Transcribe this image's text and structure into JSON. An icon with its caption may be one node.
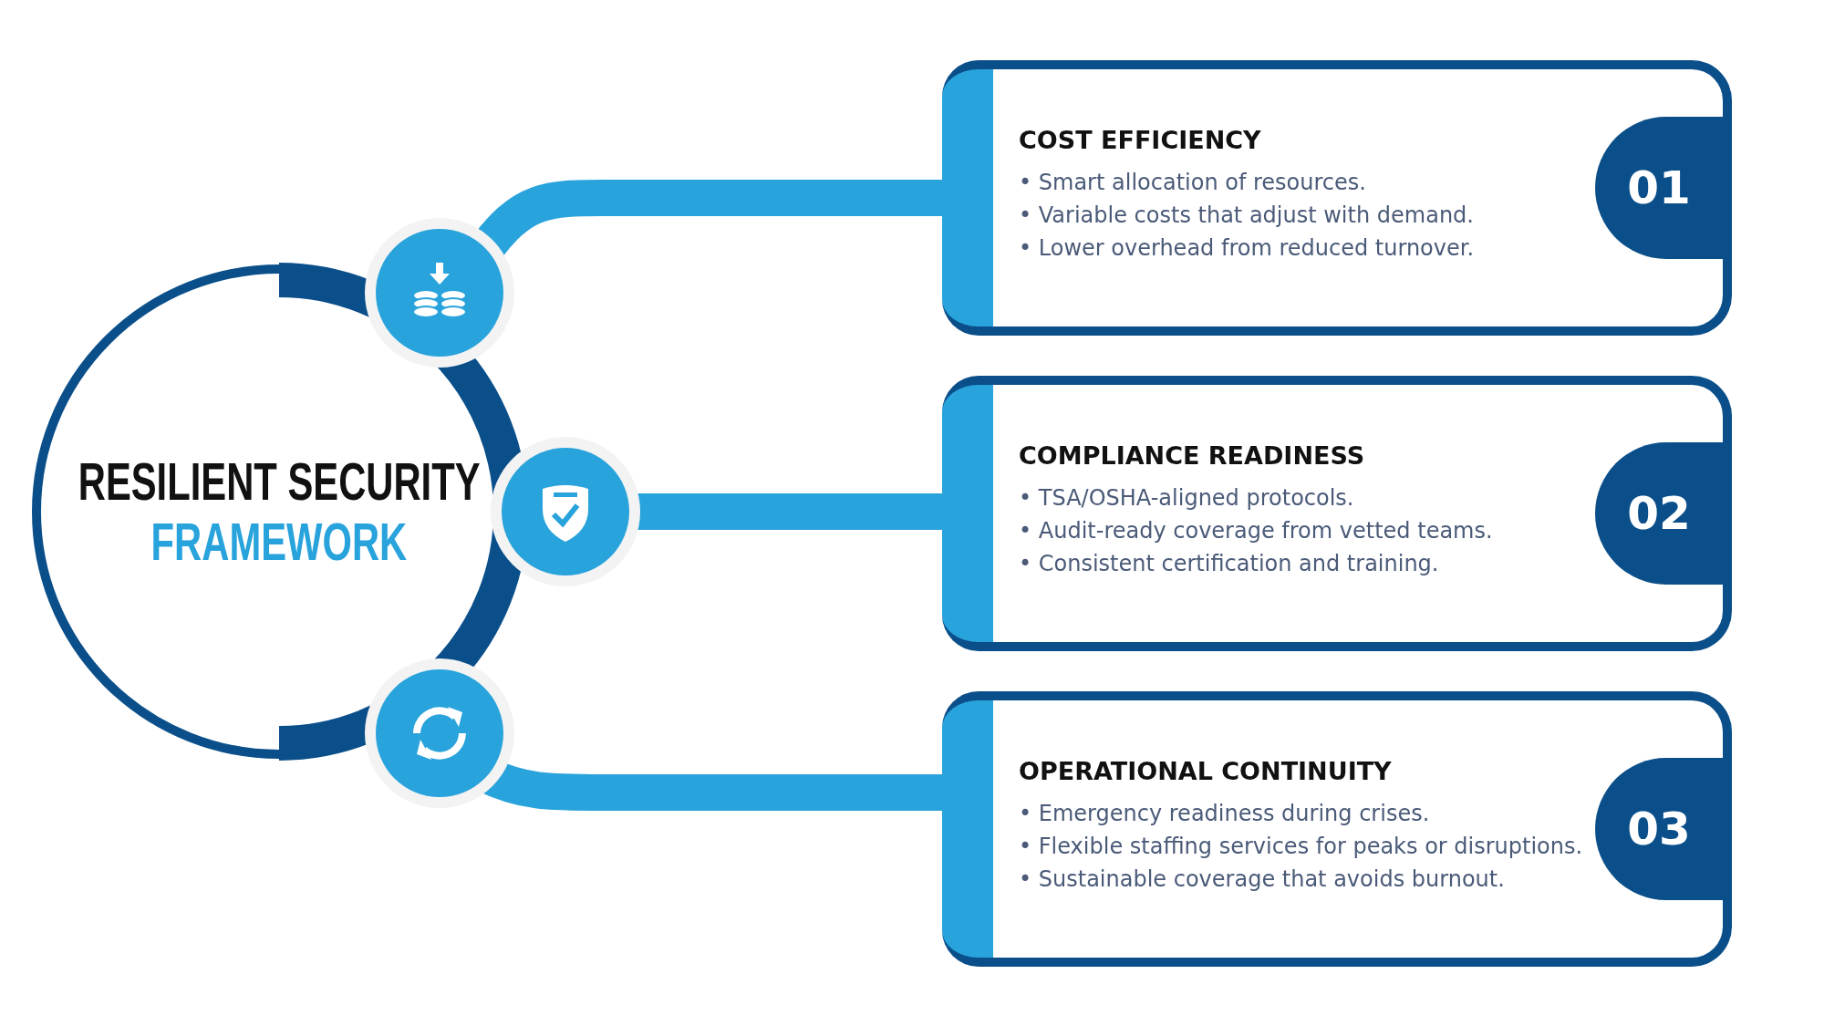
{
  "diagram": {
    "nodes": [
      {
        "text": [
          "RESILIENT SECURITY",
          "FRAMEWORK"
        ]
      },
      {
        "text": [],
        "shape": "circle"
      },
      {
        "text": [],
        "shape": "circle"
      },
      {
        "text": [],
        "shape": "circle"
      },
      {
        "text": [
          "COST EFFICIENCY",
          "• Smart allocation of resources.",
          "• Variable costs that adjust with demand.",
          "• Lower overhead from reduced turnover."
        ]
      },
      {
        "text": [
          "01"
        ],
        "in": 4
      },
      {
        "text": [
          "COMPLIANCE READINESS",
          "• TSA/OSHA-aligned protocols.",
          "• Audit-ready coverage from vetted teams.",
          "• Consistent certification and training."
        ]
      },
      {
        "text": [
          "02"
        ],
        "in": 6
      },
      {
        "text": [
          "OPERATIONAL CONTINUITY",
          "• Emergency readiness during crises.",
          "• Flexible staffing services for peaks or disruptions.",
          "• Sustainable coverage that avoids burnout."
        ]
      },
      {
        "text": [
          "03"
        ],
        "in": 8
      }
    ],
    "edges": [
      {
        "from": 1,
        "to": 4,
        "arrow": "none"
      },
      {
        "from": 2,
        "to": 6,
        "arrow": "none"
      },
      {
        "from": 3,
        "to": 8,
        "arrow": "none"
      }
    ]
  }
}
